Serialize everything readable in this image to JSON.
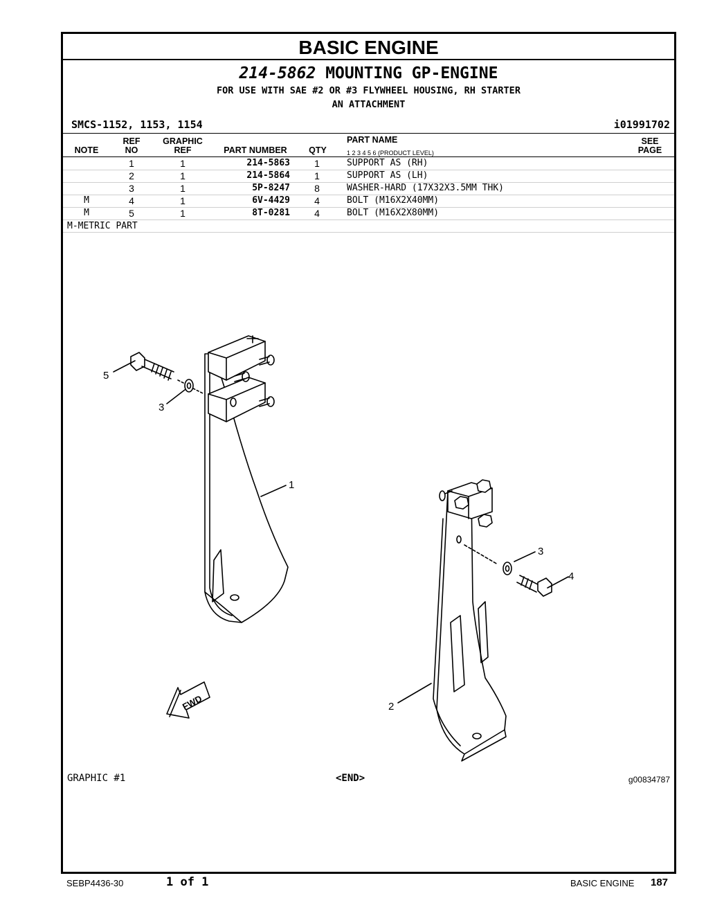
{
  "section_title": "BASIC ENGINE",
  "group": {
    "part_number": "214-5862",
    "name": "MOUNTING GP-ENGINE",
    "subtitle_1": "FOR USE WITH SAE #2 OR #3 FLYWHEEL HOUSING, RH STARTER",
    "subtitle_2": "AN ATTACHMENT"
  },
  "smcs": "SMCS-1152, 1153, 1154",
  "ident": "i01991702",
  "table": {
    "headers": {
      "note": "NOTE",
      "ref_1": "REF",
      "ref_2": "NO",
      "graphic_1": "GRAPHIC",
      "graphic_2": "REF",
      "part_number": "PART NUMBER",
      "qty": "QTY",
      "part_name": "PART NAME",
      "product_level": "1    2    3    4    5    6   (PRODUCT LEVEL)",
      "see_1": "SEE",
      "see_2": "PAGE"
    },
    "rows": [
      {
        "note": "",
        "ref": "1",
        "gref": "1",
        "part": "214-5863",
        "qty": "1",
        "name": "SUPPORT AS (RH)"
      },
      {
        "note": "",
        "ref": "2",
        "gref": "1",
        "part": "214-5864",
        "qty": "1",
        "name": "SUPPORT AS (LH)"
      },
      {
        "note": "",
        "ref": "3",
        "gref": "1",
        "part": "5P-8247",
        "qty": "8",
        "name": "WASHER-HARD (17X32X3.5MM THK)"
      },
      {
        "note": "M",
        "ref": "4",
        "gref": "1",
        "part": "6V-4429",
        "qty": "4",
        "name": "BOLT (M16X2X40MM)"
      },
      {
        "note": "M",
        "ref": "5",
        "gref": "1",
        "part": "8T-0281",
        "qty": "4",
        "name": "BOLT (M16X2X80MM)"
      }
    ],
    "note_text": "M-METRIC PART"
  },
  "drawing": {
    "callouts": [
      "5",
      "3",
      "1",
      "3",
      "4",
      "2"
    ],
    "fwd_label": "FWD"
  },
  "graphic_label": "GRAPHIC #1",
  "end_label": "<END>",
  "graphic_id": "g00834787",
  "footer": {
    "doc": "SEBP4436-30",
    "pages": "1 of 1",
    "section": "BASIC ENGINE",
    "page_number": "187"
  }
}
